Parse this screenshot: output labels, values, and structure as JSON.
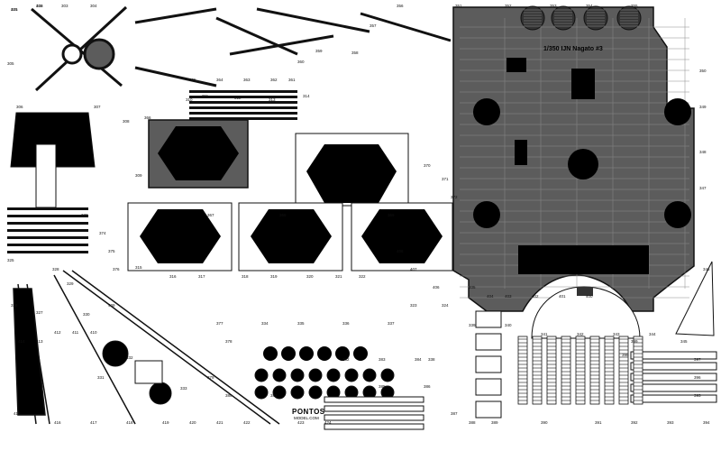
{
  "title": "1/350 IJN Nagato #3",
  "brand": {
    "name": "PONTOS",
    "sub": "MODEL.COM"
  },
  "part_numbers": [
    "301",
    "302",
    "303",
    "304",
    "305",
    "306",
    "307",
    "308",
    "309",
    "310",
    "311",
    "312",
    "313",
    "314",
    "315",
    "316",
    "317",
    "318",
    "319",
    "320",
    "321",
    "322",
    "323",
    "324",
    "325",
    "326",
    "327",
    "328",
    "329",
    "330",
    "331",
    "332",
    "333",
    "334",
    "335",
    "336",
    "337",
    "338",
    "339",
    "340",
    "341",
    "342",
    "343",
    "344",
    "345",
    "346",
    "347",
    "348",
    "349",
    "350",
    "351",
    "352",
    "353",
    "354",
    "355",
    "356",
    "357",
    "358",
    "359",
    "360",
    "361",
    "362",
    "363",
    "364",
    "365",
    "366",
    "367",
    "368",
    "369",
    "370",
    "371",
    "372",
    "373",
    "374",
    "375",
    "376",
    "377",
    "378",
    "379",
    "380",
    "381",
    "382",
    "383",
    "384",
    "385",
    "386",
    "387",
    "388",
    "389",
    "390",
    "391",
    "392",
    "393",
    "394",
    "395",
    "396",
    "397",
    "398",
    "399",
    "400",
    "401",
    "402",
    "403",
    "404",
    "405",
    "406",
    "407",
    "408",
    "409",
    "410",
    "411",
    "412",
    "413",
    "414",
    "415",
    "416",
    "417",
    "418",
    "419",
    "420",
    "421",
    "422",
    "423",
    "424",
    "425",
    "426"
  ],
  "colors": {
    "metal": "#ffffff",
    "etch": "#111111",
    "deck": "#5c5c5c",
    "plank": "#8a8a8a"
  }
}
